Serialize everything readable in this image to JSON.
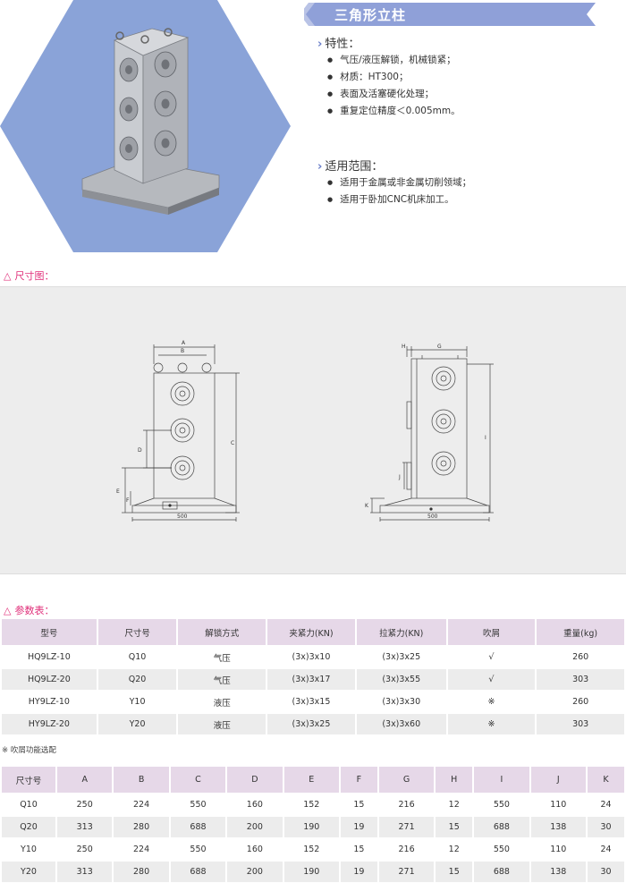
{
  "header": {
    "title": "三角形立柱"
  },
  "features": {
    "heading": "特性：",
    "items": [
      "气压/液压解锁，机械锁紧；",
      "材质：HT300；",
      "表面及活塞硬化处理；",
      "重复定位精度＜0.005mm。"
    ]
  },
  "scope": {
    "heading": "适用范围：",
    "items": [
      "适用于金属或非金属切削领域；",
      "适用于卧加CNC机床加工。"
    ]
  },
  "dimension_section": {
    "heading": "尺寸图：",
    "front_labels": {
      "A": "A",
      "B": "B",
      "C": "C",
      "D": "D",
      "E": "E",
      "F": "F",
      "width": "500"
    },
    "side_labels": {
      "H": "H",
      "G": "G",
      "I": "I",
      "J": "J",
      "K": "K",
      "width": "500"
    }
  },
  "params_section": {
    "heading": "参数表：",
    "headers": [
      "型号",
      "尺寸号",
      "解锁方式",
      "夹紧力(KN)",
      "拉紧力(KN)",
      "吹屑",
      "重量(kg)"
    ],
    "rows": [
      [
        "HQ9LZ-10",
        "Q10",
        "气压",
        "(3x)3x10",
        "(3x)3x25",
        "√",
        "260"
      ],
      [
        "HQ9LZ-20",
        "Q20",
        "气压",
        "(3x)3x17",
        "(3x)3x55",
        "√",
        "303"
      ],
      [
        "HY9LZ-10",
        "Y10",
        "液压",
        "(3x)3x15",
        "(3x)3x30",
        "※",
        "260"
      ],
      [
        "HY9LZ-20",
        "Y20",
        "液压",
        "(3x)3x25",
        "(3x)3x60",
        "※",
        "303"
      ]
    ],
    "note": "※ 吹屑功能选配"
  },
  "dims_table": {
    "headers": [
      "尺寸号",
      "A",
      "B",
      "C",
      "D",
      "E",
      "F",
      "G",
      "H",
      "I",
      "J",
      "K"
    ],
    "rows": [
      [
        "Q10",
        "250",
        "224",
        "550",
        "160",
        "152",
        "15",
        "216",
        "12",
        "550",
        "110",
        "24"
      ],
      [
        "Q20",
        "313",
        "280",
        "688",
        "200",
        "190",
        "19",
        "271",
        "15",
        "688",
        "138",
        "30"
      ],
      [
        "Y10",
        "250",
        "224",
        "550",
        "160",
        "152",
        "15",
        "216",
        "12",
        "550",
        "110",
        "24"
      ],
      [
        "Y20",
        "313",
        "280",
        "688",
        "200",
        "190",
        "19",
        "271",
        "15",
        "688",
        "138",
        "30"
      ]
    ]
  },
  "colors": {
    "banner": "#8fa0d8",
    "hexagon": "#8aa3d8",
    "accent_pink": "#e0307a",
    "table_header": "#e6d8e8"
  }
}
